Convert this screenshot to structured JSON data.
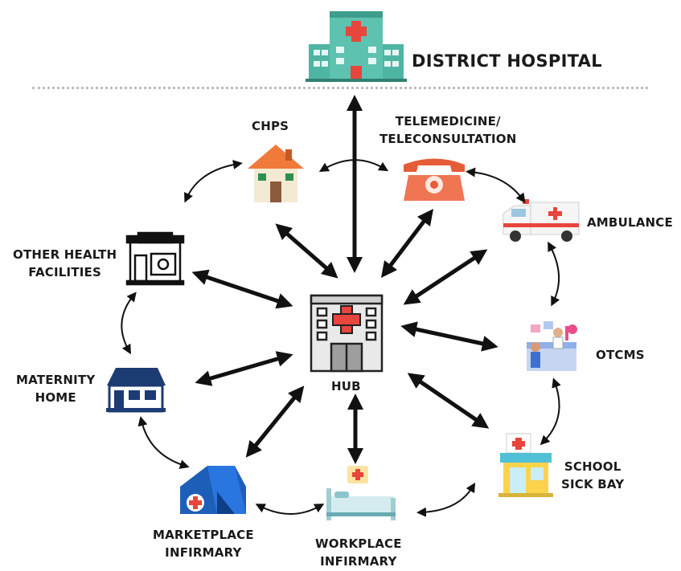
{
  "title": "DISTRICT HOSPITAL",
  "hub": "HUB",
  "nodes": {
    "chps": "CHPS",
    "telemedicine": [
      "TELEMEDICINE/",
      "TELECONSULTATION"
    ],
    "ambulance": "AMBULANCE",
    "other_health": [
      "OTHER HEALTH",
      "FACILITIES"
    ],
    "otcms": "OTCMS",
    "maternity": [
      "MATERNITY",
      "HOME"
    ],
    "school": [
      "SCHOOL",
      "SICK BAY"
    ],
    "marketplace": [
      "MARKETPLACE",
      "INFIRMARY"
    ],
    "workplace": [
      "WORKPLACE",
      "INFIRMARY"
    ]
  },
  "icons": {
    "district_hospital": "hospital-building-icon",
    "hub": "hub-building-icon",
    "chps": "house-icon",
    "telemedicine": "telephone-icon",
    "ambulance": "ambulance-icon",
    "other_health": "clinic-icon",
    "otcms": "pharmacy-counter-icon",
    "maternity": "maternity-home-icon",
    "school": "school-sickbay-icon",
    "marketplace": "tent-icon",
    "workplace": "hospital-bed-icon"
  },
  "colors": {
    "accent_red": "#e8453c",
    "hospital_teal": "#4fb5a3",
    "navy": "#1d3b73",
    "arrow": "#111111"
  }
}
